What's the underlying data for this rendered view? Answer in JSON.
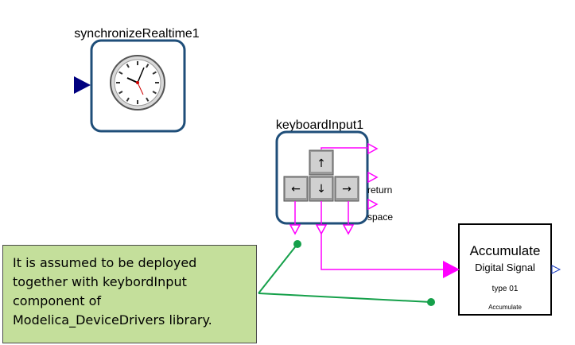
{
  "blocks": {
    "sync": {
      "label": "synchronizeRealtime1"
    },
    "keyboard": {
      "label": "keyboardInput1",
      "port_return": "return",
      "port_space": "space"
    },
    "accumulate": {
      "title": "Accumulate",
      "subtitle": "Digital Signal",
      "type": "type 01",
      "footer": "Accumulate"
    }
  },
  "note": {
    "lines": [
      "It is assumed to be deployed",
      "together with keybordInput",
      "component of",
      "Modelica_DeviceDrivers library."
    ]
  },
  "colors": {
    "block_border": "#1f4e79",
    "input_port": "#00007f",
    "wire": "#ff00ff",
    "annotation_line": "#15a04a",
    "note_fill": "#c4df9b"
  }
}
